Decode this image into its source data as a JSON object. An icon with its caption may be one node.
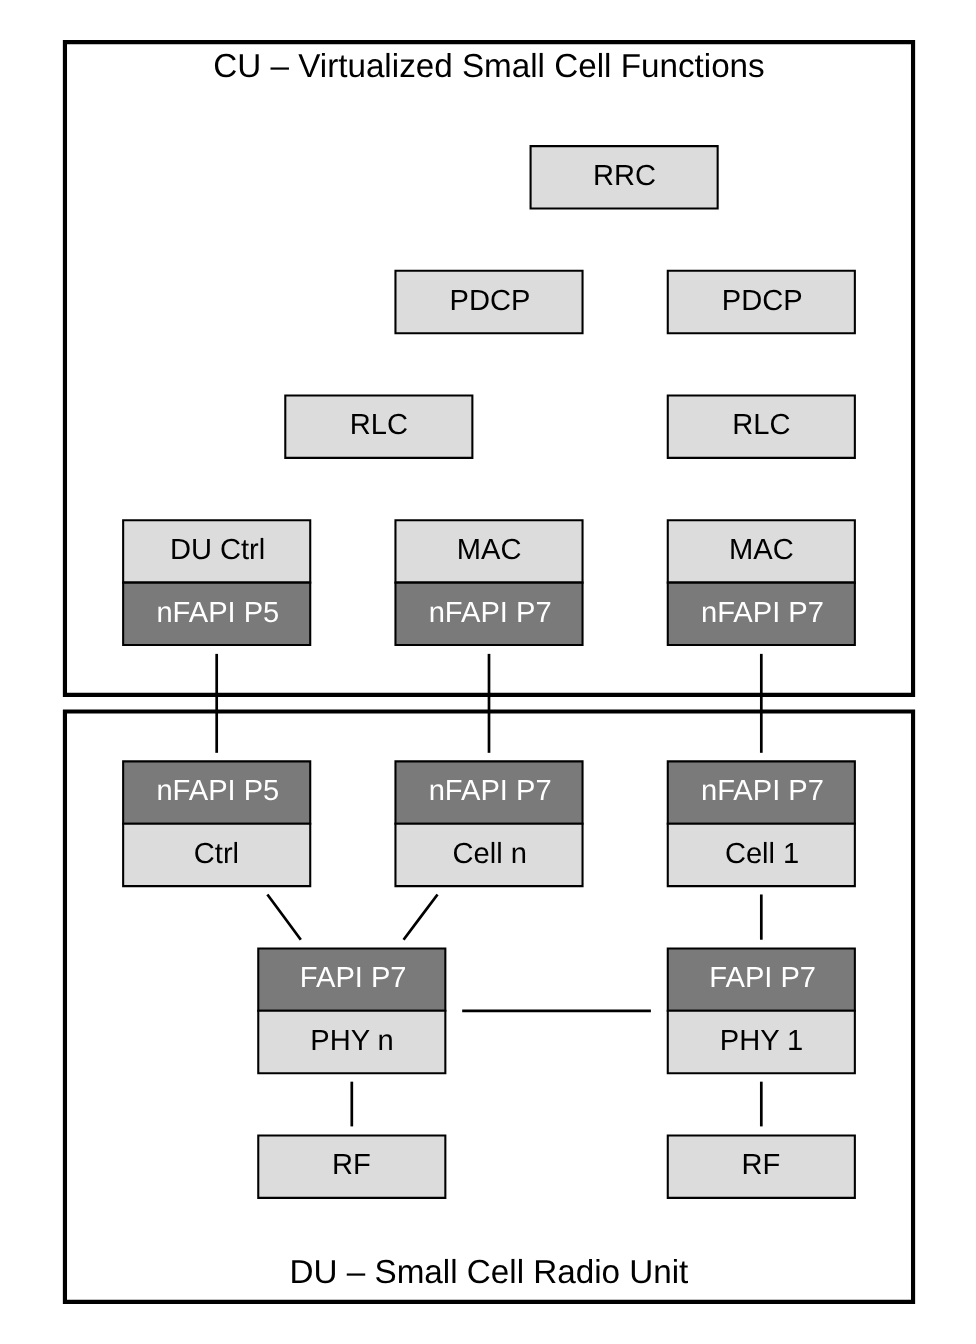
{
  "diagram": {
    "nodes": [
      {
        "text": [
          "CU – Virtualized Small Cell Functions"
        ]
      },
      {
        "text": [
          "RRC"
        ],
        "in": 0
      },
      {
        "text": [
          "PDCP"
        ],
        "in": 0
      },
      {
        "text": [
          "PDCP"
        ],
        "in": 0
      },
      {
        "text": [
          "RLC"
        ],
        "in": 0
      },
      {
        "text": [
          "RLC"
        ],
        "in": 0
      },
      {
        "text": [
          "DU Ctrl",
          "nFAPI P5"
        ],
        "in": 0
      },
      {
        "text": [
          "MAC",
          "nFAPI P7"
        ],
        "in": 0
      },
      {
        "text": [
          "MAC",
          "nFAPI P7"
        ],
        "in": 0
      },
      {
        "text": [
          "DU – Small Cell Radio Unit"
        ]
      },
      {
        "text": [
          "nFAPI P5",
          "Ctrl"
        ],
        "in": 9
      },
      {
        "text": [
          "nFAPI P7",
          "Cell n"
        ],
        "in": 9
      },
      {
        "text": [
          "nFAPI P7",
          "Cell 1"
        ],
        "in": 9
      },
      {
        "text": [
          "FAPI P7",
          "PHY n"
        ],
        "in": 9
      },
      {
        "text": [
          "FAPI P7",
          "PHY 1"
        ],
        "in": 9
      },
      {
        "text": [
          "RF"
        ],
        "in": 9
      },
      {
        "text": [
          "RF"
        ],
        "in": 9
      }
    ],
    "edges": [
      {
        "from": 6,
        "to": 10,
        "arrow": "none"
      },
      {
        "from": 7,
        "to": 11,
        "arrow": "none"
      },
      {
        "from": 8,
        "to": 12,
        "arrow": "none"
      },
      {
        "from": 10,
        "to": 13,
        "arrow": "none"
      },
      {
        "from": 11,
        "to": 13,
        "arrow": "none"
      },
      {
        "from": 12,
        "to": 14,
        "arrow": "none"
      },
      {
        "from": 13,
        "to": 14,
        "arrow": "none"
      },
      {
        "from": 13,
        "to": 15,
        "arrow": "none"
      },
      {
        "from": 14,
        "to": 16,
        "arrow": "none"
      }
    ]
  }
}
